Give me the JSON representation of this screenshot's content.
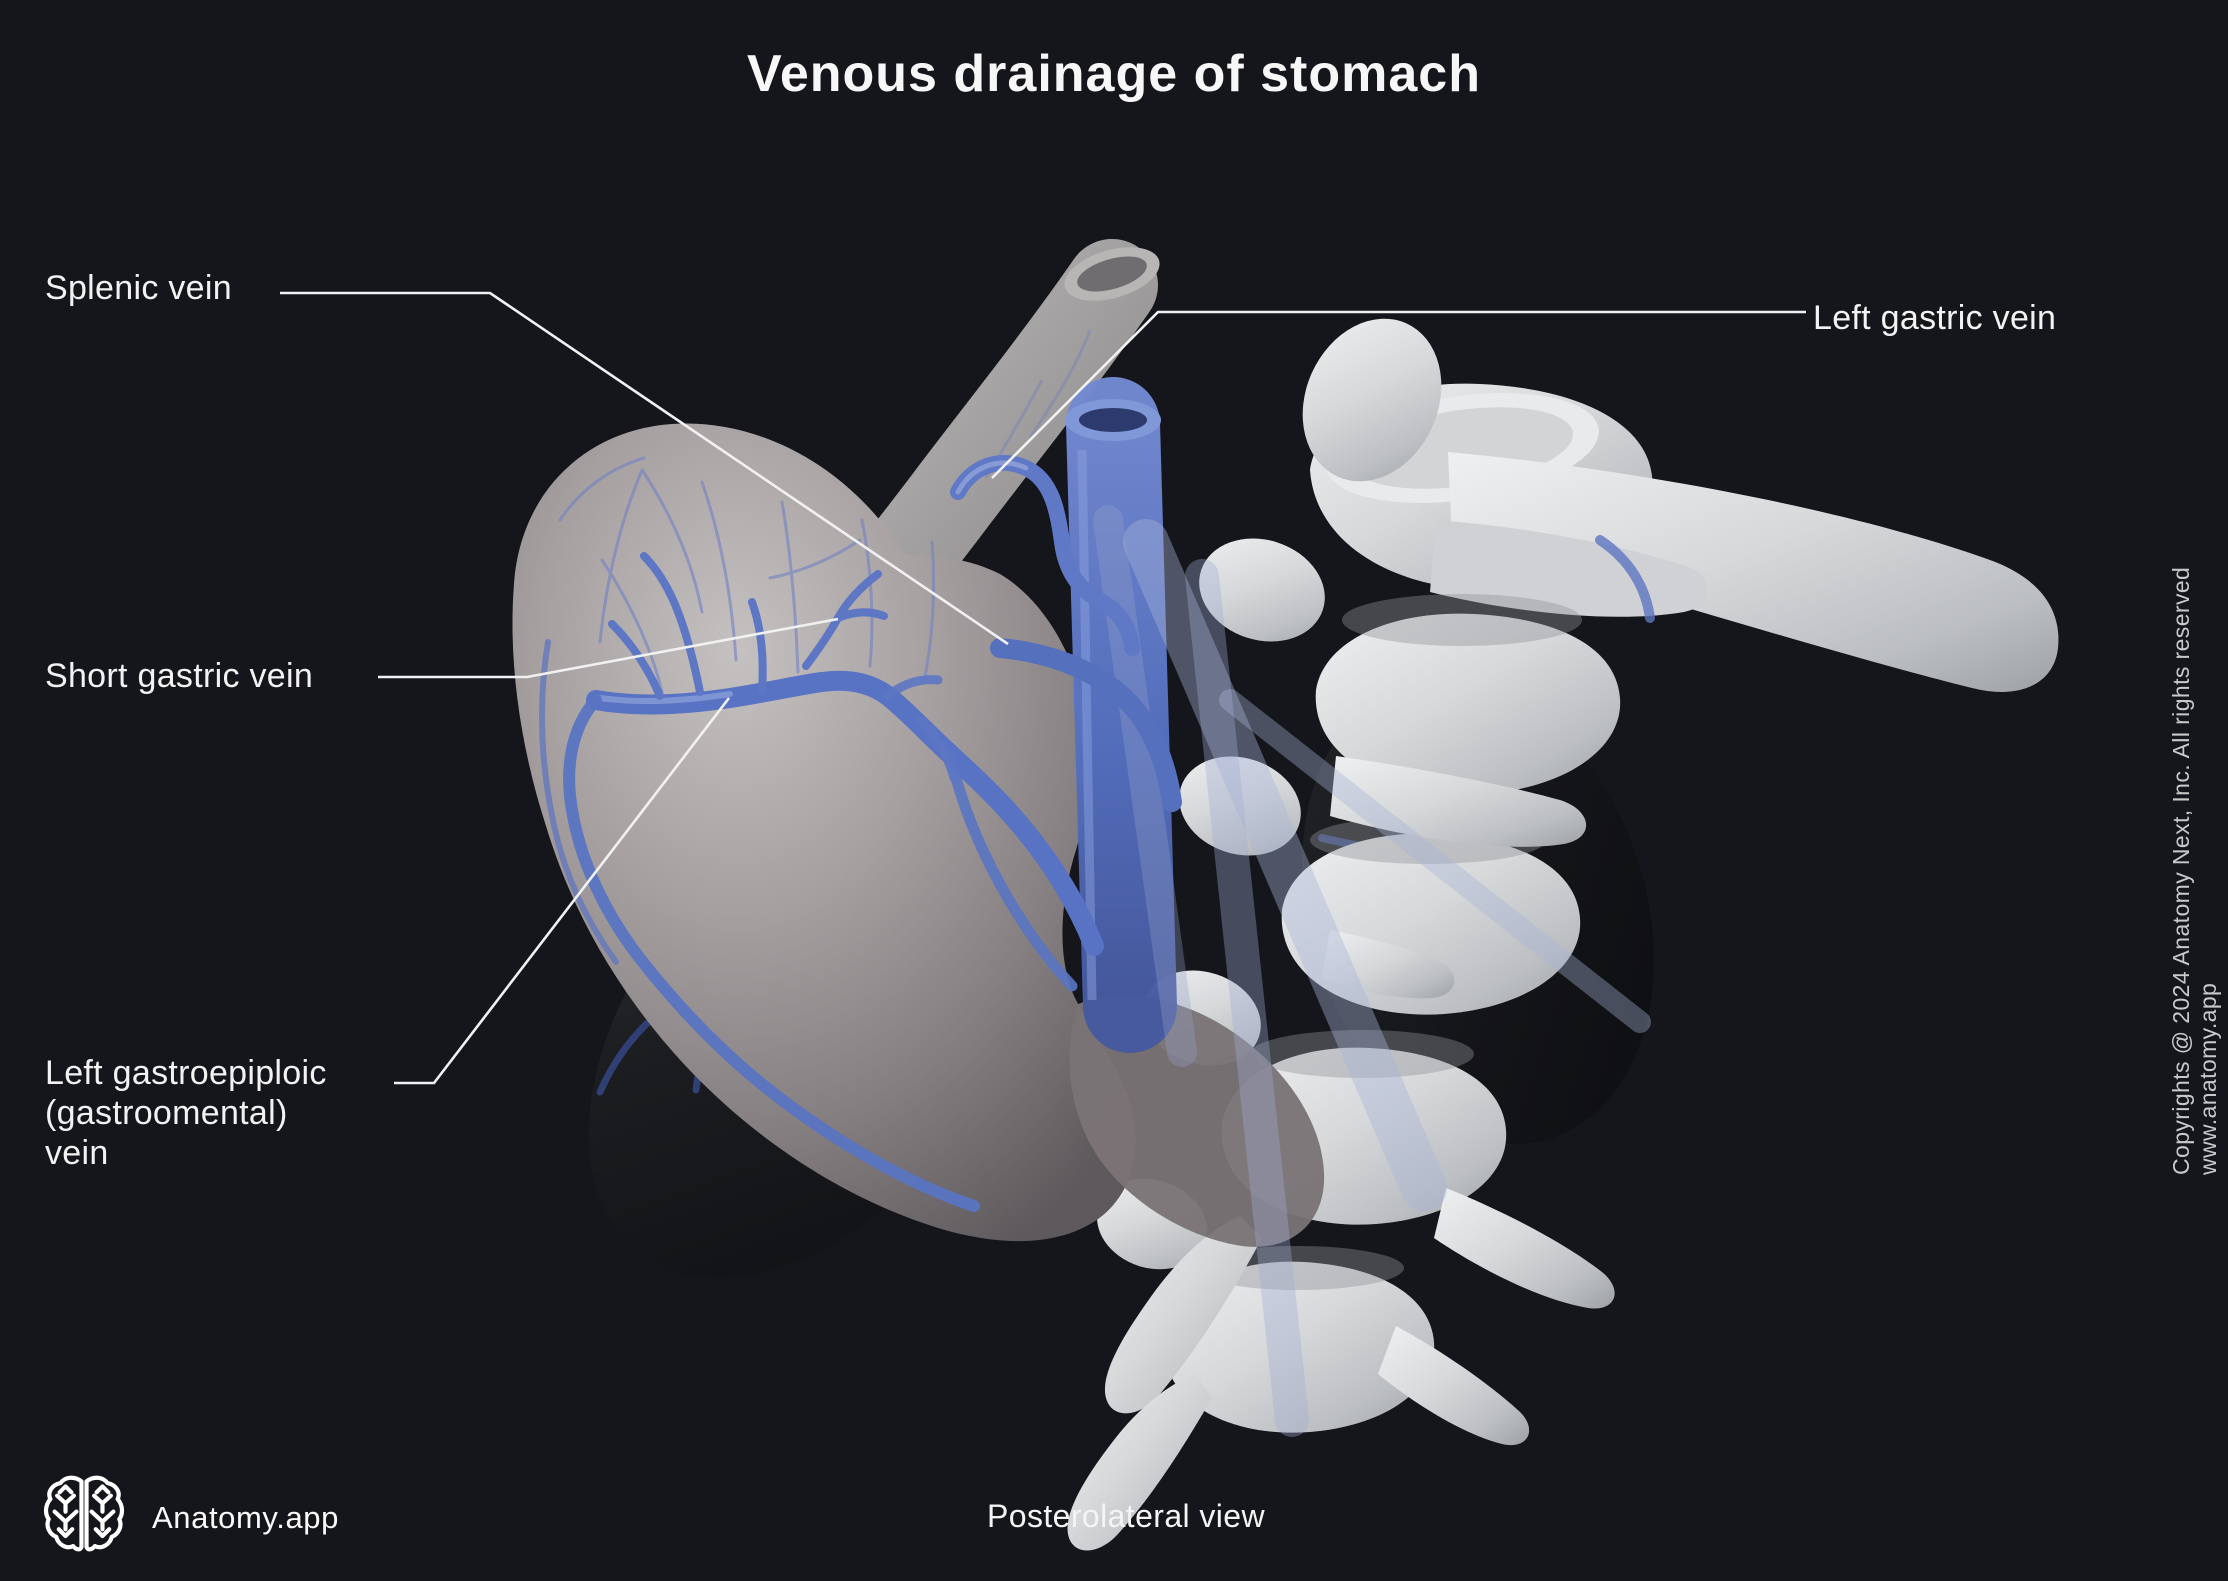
{
  "title": "Venous drainage of stomach",
  "view_caption": "Posterolateral view",
  "brand": {
    "name": "Anatomy.app",
    "logo_icon": "brain-outline-icon"
  },
  "copyright": "Copyrights @ 2024 Anatomy Next, Inc. All rights reserved www.anatomy.app",
  "labels": {
    "splenic": {
      "text": "Splenic vein"
    },
    "left_gastric": {
      "text": "Left gastric vein"
    },
    "short_gastric": {
      "text": "Short gastric vein"
    },
    "left_gastroepiploic": {
      "text": "Left gastroepiploic\n(gastroomental)\nvein"
    }
  },
  "colors": {
    "background": "#14161b",
    "vein_blue": "#5b74c2",
    "vein_highlight": "#9fb0e2",
    "bone": "#d7d8da",
    "stomach_gray": "#9a9496",
    "spleen_dark": "#1b1d20",
    "label_text": "#f2f2f2",
    "leader_line": "#f1f1f1",
    "copyright_text": "#c9c9c9"
  }
}
